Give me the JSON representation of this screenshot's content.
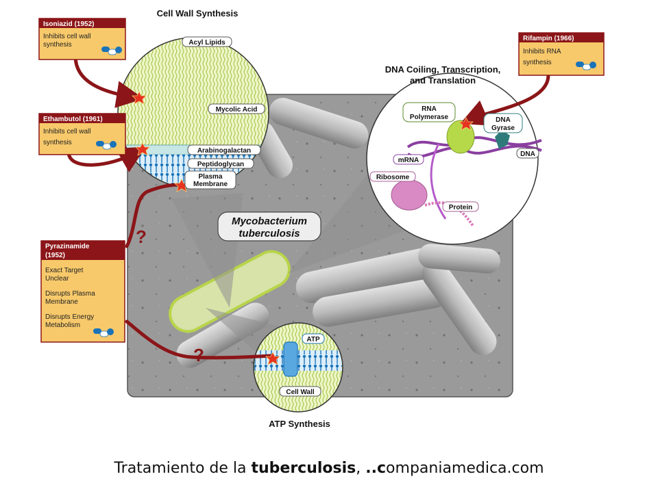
{
  "diagram": {
    "sections": {
      "cell_wall_title": "Cell Wall Synthesis",
      "dna_title_line1": "DNA Coiling, Transcription,",
      "dna_title_line2": "and Translation",
      "atp_title": "ATP Synthesis"
    },
    "organism": {
      "line1": "Mycobacterium",
      "line2": "tuberculosis"
    },
    "cell_wall_layers": {
      "acyl_lipids": "Acyl Lipids",
      "mycolic_acid": "Mycolic Acid",
      "arabinogalactan": "Arabinogalactan",
      "peptidoglycan": "Peptidoglycan",
      "plasma_line1": "Plasma",
      "plasma_line2": "Membrane"
    },
    "dna_labels": {
      "rna_pol_line1": "RNA",
      "rna_pol_line2": "Polymerase",
      "gyrase_line1": "DNA",
      "gyrase_line2": "Gyrase",
      "dna": "DNA",
      "mrna": "mRNA",
      "ribosome": "Ribosome",
      "protein": "Protein"
    },
    "atp_labels": {
      "atp": "ATP",
      "cell_wall": "Cell Wall"
    },
    "drugs": {
      "isoniazid": {
        "title": "Isoniazid (1952)",
        "line1": "Inhibits cell wall",
        "line2": "synthesis"
      },
      "ethambutol": {
        "title": "Ethambutol (1961)",
        "line1": "Inhibits cell wall",
        "line2": "synthesis"
      },
      "rifampin": {
        "title": "Rifampin (1966)",
        "line1": "Inhibits RNA",
        "line2": "synthesis"
      },
      "pyrazinamide": {
        "title_line1": "Pyrazinamide",
        "title_line2": "(1952)",
        "lines": [
          "Exact Target",
          "Unclear",
          "Disrupts Plasma",
          "Membrane",
          "Disrupts Energy",
          "Metabolism"
        ]
      }
    },
    "unknown_marks": [
      "?",
      "?"
    ],
    "colors": {
      "drug_header": "#8b1518",
      "drug_body": "#f7c96b",
      "arrow": "#8b1518",
      "membrane": "#1a73b8",
      "lipid": "#cfe48a",
      "polymerase": "#b6d94a",
      "gyrase": "#2f7b7b",
      "ribosome": "#d98ac4",
      "dna_strand": "#8a3fa0"
    }
  },
  "caption": {
    "prefix": "Tratamiento de la ",
    "bold1": "tuberculosis",
    "middle": ", ",
    "bold2": "..c",
    "suffix": "ompaniamedica.com"
  }
}
